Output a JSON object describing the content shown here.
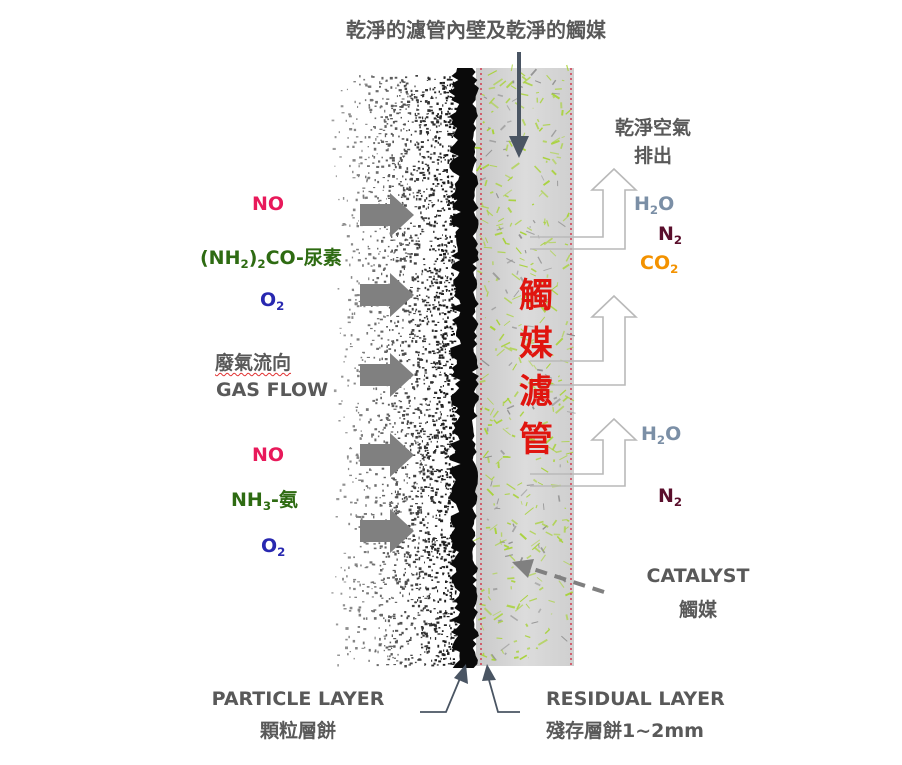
{
  "top_label": "乾淨的濾管內壁及乾淨的觸媒",
  "clean_air": {
    "line1": "乾淨空氣",
    "line2": "排出"
  },
  "inputs": {
    "no_1": "NO",
    "urea": {
      "formula_a": "(NH",
      "sub_a": "2",
      "formula_b": ")",
      "sub_b": "2",
      "formula_c": "CO-尿素"
    },
    "o2_1": {
      "main": "O",
      "sub": "2"
    },
    "gas_flow_zh": "廢氣流向",
    "gas_flow_en": "GAS FLOW",
    "no_2": "NO",
    "ammonia": {
      "main": "NH",
      "sub": "3",
      "rest": "-氨"
    },
    "o2_2": {
      "main": "O",
      "sub": "2"
    }
  },
  "outputs": {
    "h2o_1": {
      "main": "H",
      "sub": "2",
      "rest": "O"
    },
    "n2_1": {
      "main": "N",
      "sub": "2"
    },
    "co2": {
      "main": "CO",
      "sub": "2"
    },
    "h2o_2": {
      "main": "H",
      "sub": "2",
      "rest": "O"
    },
    "n2_2": {
      "main": "N",
      "sub": "2"
    }
  },
  "filter_label": [
    "觸",
    "媒",
    "濾",
    "管"
  ],
  "catalyst": {
    "en": "CATALYST",
    "zh": "觸媒"
  },
  "particle_layer": {
    "en": "PARTICLE LAYER",
    "zh": "顆粒層餅"
  },
  "residual_layer": {
    "en": "RESIDUAL LAYER",
    "zh": "殘存層餅1~2mm"
  },
  "colors": {
    "nox": "#e8195a",
    "reductant": "#2e6b12",
    "oxygen": "#2828b0",
    "water": "#7b8fa6",
    "nitrogen": "#5a0f2c",
    "co2": "#f39200",
    "filter_text": "#e0150f",
    "catalyst_fibers": "#a8d23a",
    "soot": "#0a0a0a"
  },
  "icons": [
    "arrow-right-icon",
    "arrow-up-right-outline-icon",
    "arrow-down-icon",
    "dashed-arrow-icon"
  ]
}
